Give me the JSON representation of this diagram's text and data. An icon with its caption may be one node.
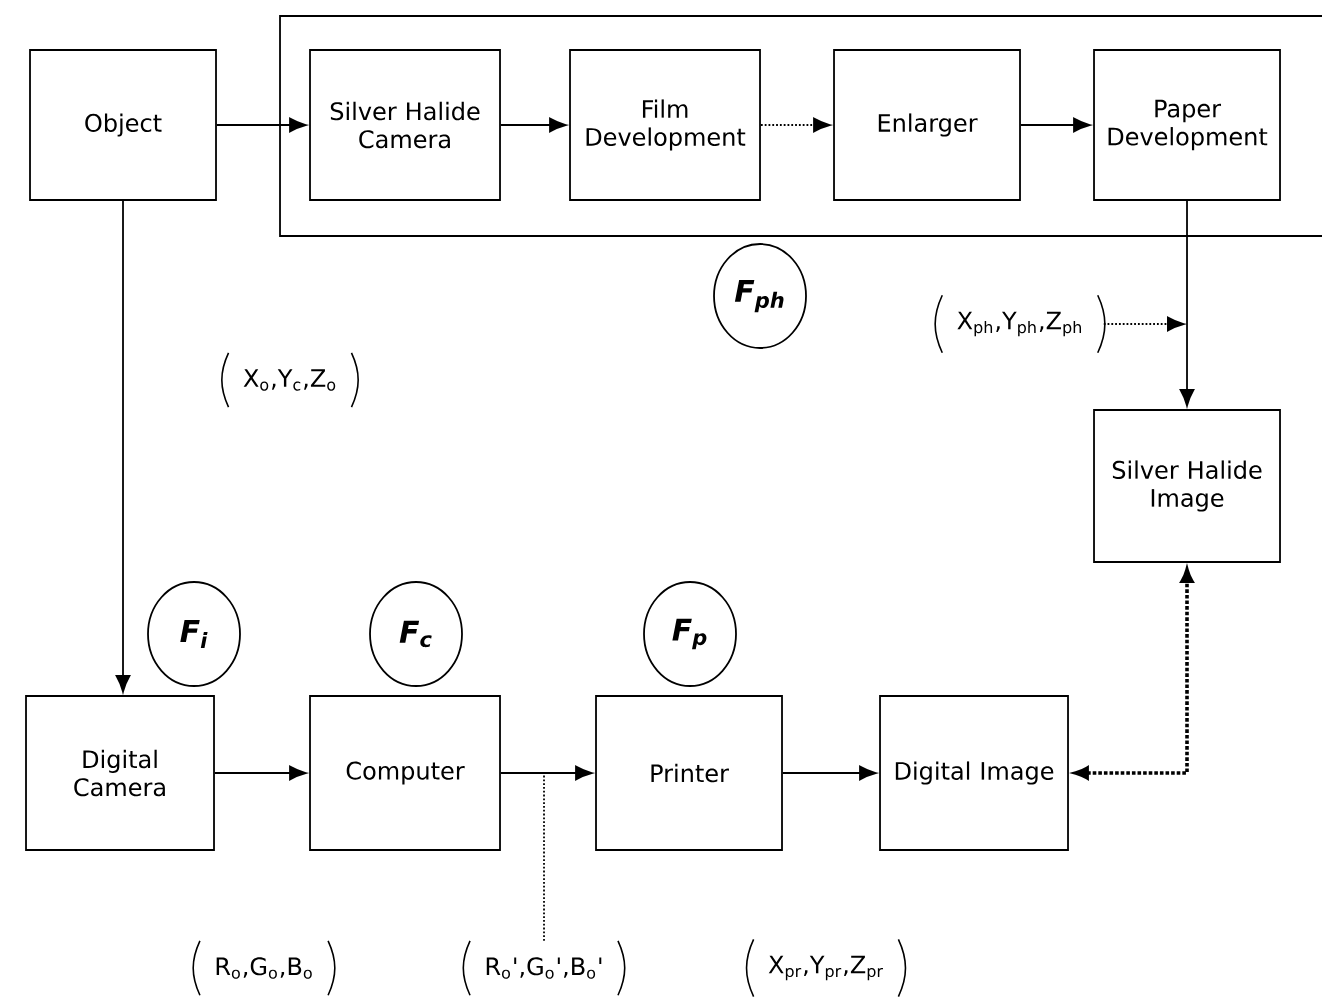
{
  "diagram": {
    "nodes": [
      {
        "text": [
          "Object"
        ]
      },
      {
        "text": [],
        "shape": "box"
      },
      {
        "text": [
          "Silver Halide Camera"
        ],
        "in": 1
      },
      {
        "text": [
          "Film Development"
        ],
        "in": 1
      },
      {
        "text": [
          "Enlarger"
        ],
        "in": 1
      },
      {
        "text": [
          "Paper Development"
        ],
        "in": 1
      },
      {
        "text": [
          "F$_{ph}$"
        ]
      },
      {
        "text": [
          "Silver Halide Image"
        ]
      },
      {
        "text": [
          "F$_{i}$"
        ]
      },
      {
        "text": [
          "F$_{c}$"
        ]
      },
      {
        "text": [
          "F$_{p}$"
        ]
      },
      {
        "text": [
          "Digital Camera"
        ]
      },
      {
        "text": [
          "Computer"
        ]
      },
      {
        "text": [
          "Printer"
        ]
      },
      {
        "text": [
          "Digital Image"
        ]
      },
      {
        "text": [
          "X$_{ph}$,Y$_{ph}$,Z$_{ph}$"
        ]
      },
      {
        "text": [
          "R$_{o}$',G$_{o}$',B$_{o}$'"
        ]
      }
    ],
    "edges": [
      {
        "from": 0,
        "to": 2,
        "arrow": "to"
      },
      {
        "from": 2,
        "to": 3,
        "arrow": "to"
      },
      {
        "from": 3,
        "to": 4,
        "arrow": "to",
        "style": "dashed"
      },
      {
        "from": 4,
        "to": 5,
        "arrow": "to"
      },
      {
        "from": 5,
        "to": 7,
        "arrow": "to"
      },
      {
        "from": 0,
        "to": 11,
        "arrow": "to"
      },
      {
        "from": 11,
        "to": 12,
        "arrow": "to"
      },
      {
        "from": 12,
        "to": 13,
        "arrow": "to"
      },
      {
        "from": 13,
        "to": 14,
        "arrow": "to"
      },
      {
        "from": 14,
        "to": 7,
        "arrow": "both",
        "style": "dashed"
      },
      {
        "from": 15,
        "to": null,
        "arrow": "to",
        "style": "dashed"
      },
      {
        "from": 16,
        "to": null,
        "arrow": "none",
        "style": "dashed"
      }
    ],
    "labels": [
      "X$_{o}$,Y$_{c}$,Z$_{o}$",
      "R$_{o}$,G$_{o}$,B$_{o}$",
      "X$_{pr}$,Y$_{pr}$,Z$_{pr}$"
    ]
  }
}
